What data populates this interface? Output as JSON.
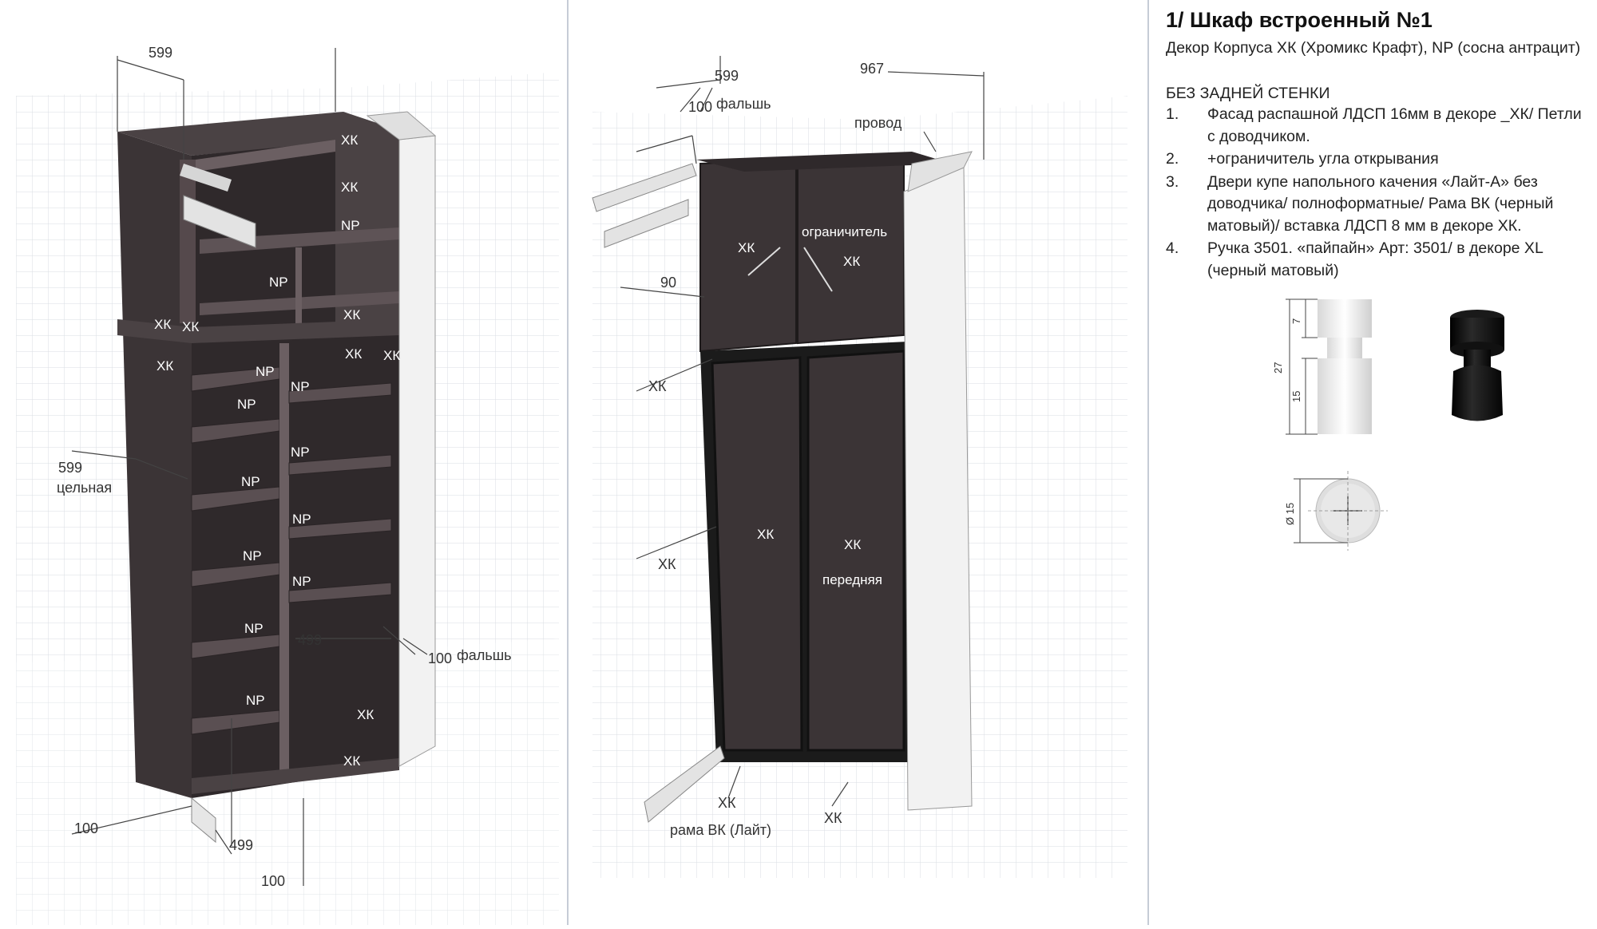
{
  "left_drawing": {
    "labels": {
      "xk_top1": "ХК",
      "xk_top2": "ХК",
      "np_top": "NP",
      "np_mid": "NP",
      "xk_mid": "ХК",
      "xk_side1": "ХК",
      "xk_side2": "ХК",
      "xk_side3": "ХК",
      "np_l1": "NP",
      "np_l2": "NP",
      "np_l3": "NP",
      "np_l4": "NP",
      "np_l5": "NP",
      "np_l6": "NP",
      "np_r1": "NP",
      "np_r2": "NP",
      "np_r3": "NP",
      "np_r4": "NP",
      "xk_r1": "ХК",
      "xk_r2": "ХК",
      "xk_r3": "ХК",
      "xk_r4": "ХК"
    },
    "dims": {
      "top_depth": "599",
      "side_depth": "599",
      "side_note": "цельная",
      "inner_width": "499",
      "false_panel": "100",
      "false_panel_note": "фальшь",
      "bottom_left": "100",
      "bottom_width": "499",
      "bottom_right": "100"
    }
  },
  "right_drawing": {
    "labels": {
      "xk_upper_l": "ХК",
      "xk_upper_r": "ХК",
      "limiter": "ограничитель",
      "xk_side": "ХК",
      "xk_lower_side": "ХК",
      "xk_door_l": "ХК",
      "xk_door_r": "ХК",
      "front": "передняя"
    },
    "dims": {
      "depth": "599",
      "width": "967",
      "false_panel": "100",
      "false_panel_note": "фальшь",
      "wire": "провод",
      "height_90": "90",
      "xk_bottom1": "ХК",
      "xk_bottom2": "ХК",
      "frame": "рама ВК (Лайт)"
    }
  },
  "spec": {
    "title": "1/ Шкаф встроенный №1",
    "decor": "Декор Корпуса ХК (Хромикс Крафт), NP (сосна антрацит)",
    "note": "БЕЗ ЗАДНЕЙ СТЕНКИ",
    "items": [
      {
        "num": "1.",
        "text": "Фасад распашной ЛДСП 16мм в декоре _ХК/ Петли с доводчиком."
      },
      {
        "num": "2.",
        "text": "+ограничитель угла открывания"
      },
      {
        "num": "3.",
        "text": "Двери купе напольного качения «Лайт-А» без доводчика/ полноформатные/ Рама ВК (черный матовый)/ вставка ЛДСП 8 мм в декоре ХК."
      },
      {
        "num": "4.",
        "text": "Ручка 3501. «пайпайн» Арт: 3501/ в декоре XL (черный матовый)"
      }
    ],
    "handle_dims": {
      "total": "27",
      "top": "7",
      "bottom": "15",
      "diameter": "Ø 15"
    }
  },
  "colors": {
    "corpus": "#3b3436",
    "corpus_dark": "#2a2426",
    "frame": "#1b1b1b",
    "grid": "#d9dce2",
    "wall": "#e9e9ea"
  }
}
